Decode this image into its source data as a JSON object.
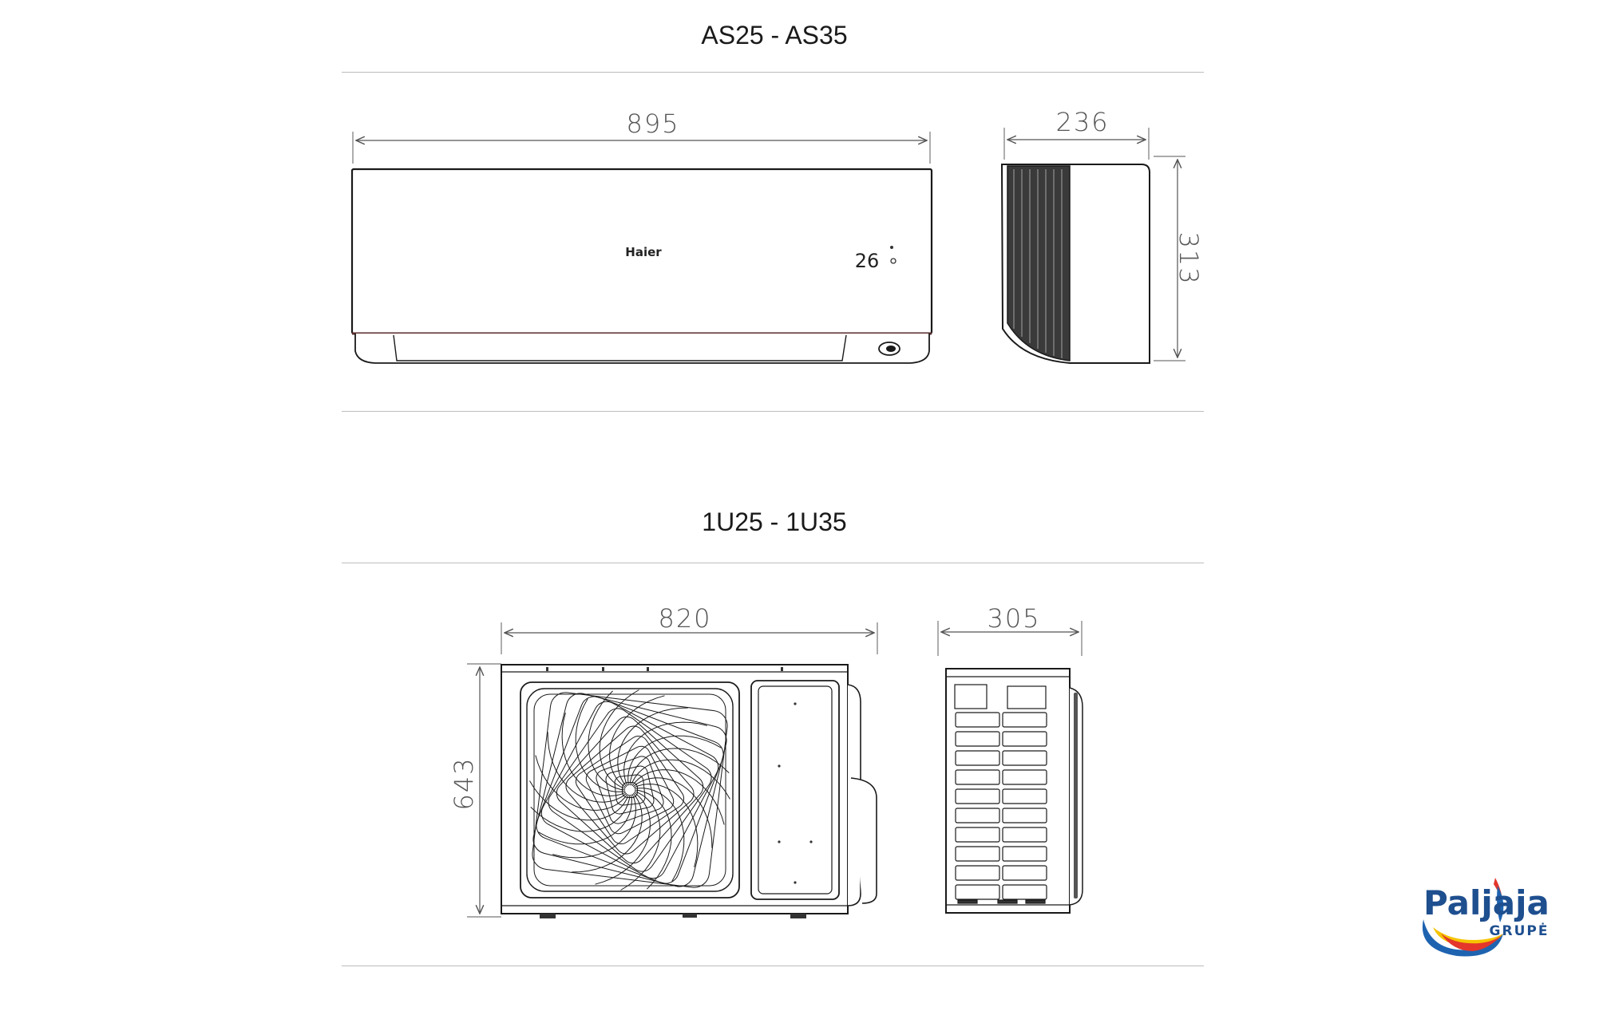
{
  "indoor": {
    "title": "AS25 - AS35",
    "width_mm": "895",
    "depth_mm": "236",
    "height_mm": "313",
    "brand_mark": "Haier",
    "display_temp": "26"
  },
  "outdoor": {
    "title": "1U25 - 1U35",
    "width_mm": "820",
    "depth_mm": "305",
    "height_mm": "643"
  },
  "logo": {
    "brand": "Paljaja",
    "sub": "GRUPĖ",
    "colors": {
      "blue": "#1e63b0",
      "yellow": "#f5c400",
      "red": "#e4362b",
      "text": "#1e4f8f"
    }
  }
}
